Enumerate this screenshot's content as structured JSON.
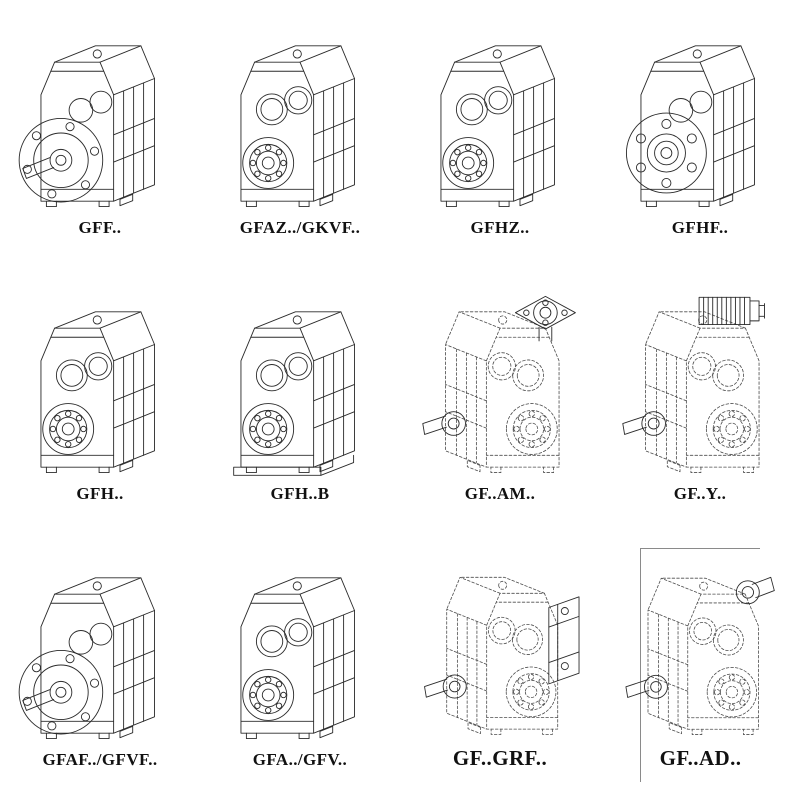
{
  "colors": {
    "background": "#ffffff",
    "line": "#2b2b2b",
    "dashed_line": "#4d4d4d",
    "label_text": "#111111"
  },
  "models": [
    {
      "id": "gff",
      "label": "GFF..",
      "line_style": "solid"
    },
    {
      "id": "gfaz-gkvf",
      "label": "GFAZ../GKVF..",
      "line_style": "solid"
    },
    {
      "id": "gfhz",
      "label": "GFHZ..",
      "line_style": "solid"
    },
    {
      "id": "gfhf",
      "label": "GFHF..",
      "line_style": "solid"
    },
    {
      "id": "gfh",
      "label": "GFH..",
      "line_style": "solid"
    },
    {
      "id": "gfh-b",
      "label": "GFH..B",
      "line_style": "solid"
    },
    {
      "id": "gf-am",
      "label": "GF..AM..",
      "line_style": "dashed"
    },
    {
      "id": "gf-y",
      "label": "GF..Y..",
      "line_style": "dashed"
    },
    {
      "id": "gfaf-gfvf",
      "label": "GFAF../GFVF..",
      "line_style": "solid"
    },
    {
      "id": "gfa-gfv",
      "label": "GFA../GFV..",
      "line_style": "solid"
    },
    {
      "id": "gf-grf",
      "label": "GF..GRF..",
      "line_style": "dashed"
    },
    {
      "id": "gf-ad",
      "label": "GF..AD..",
      "line_style": "dashed"
    }
  ]
}
